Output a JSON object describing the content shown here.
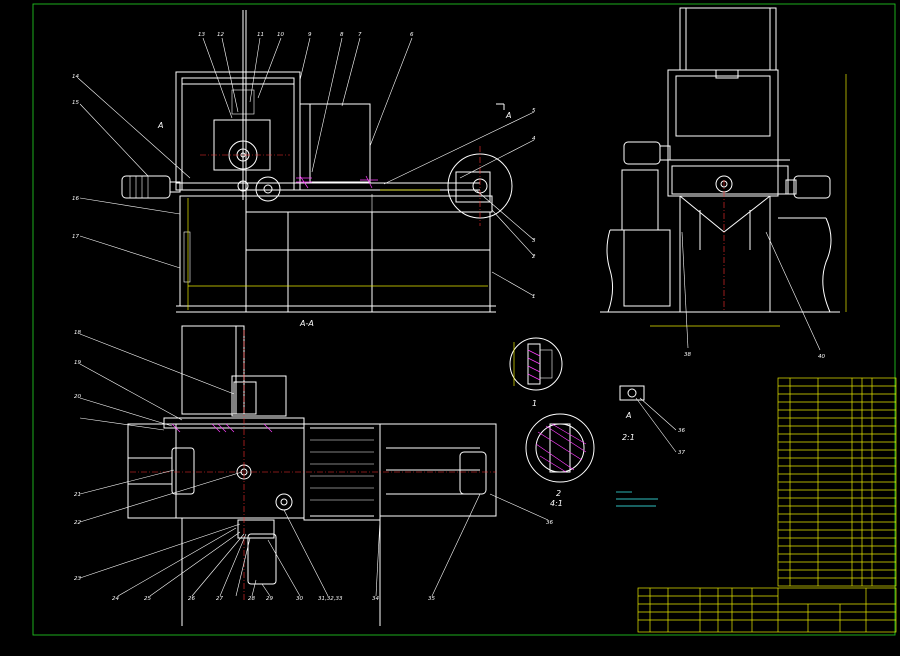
{
  "sheet": {
    "colors": {
      "background": "#000000",
      "frame": "#20c020",
      "part": "#ffffff",
      "dimension": "#e8e800",
      "hatch": "#ff40ff",
      "text": "#40ffff",
      "center_line": "#ff3030"
    }
  },
  "section_view": {
    "label": "A-A",
    "cut_marks": [
      "A",
      "A"
    ],
    "top_callouts": [
      "13",
      "12",
      "11",
      "10",
      "9",
      "8",
      "7",
      "6"
    ],
    "left_callouts": [
      "14",
      "15",
      "16",
      "17"
    ],
    "right_callouts": [
      "5",
      "4",
      "3",
      "2",
      "1"
    ]
  },
  "side_view": {
    "callouts": [
      "38",
      "40"
    ]
  },
  "plan_view": {
    "left_callouts": [
      "18",
      "19",
      "20",
      "21",
      "22",
      "23"
    ],
    "bottom_callouts": [
      "24",
      "25",
      "26",
      "27",
      "28",
      "29",
      "30",
      "31,32,33",
      "34",
      "35"
    ],
    "right_callout": "36"
  },
  "details": {
    "detail_1_label": "1",
    "detail_2_label": "2",
    "detail_2_scale": "4:1",
    "detail_a_label": "A",
    "detail_a_scale": "2:1",
    "detail_a_callouts": [
      "36",
      "37"
    ]
  }
}
